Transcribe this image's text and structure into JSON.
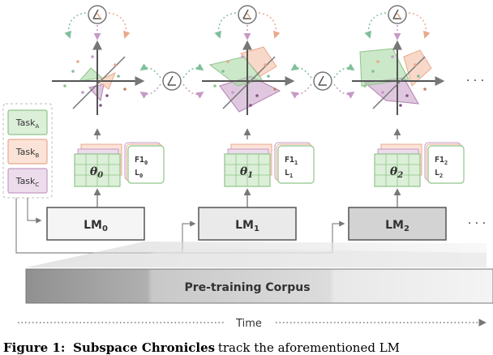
{
  "tasks": [
    {
      "base": "Task",
      "sub": "A",
      "fill": "#dcefd8",
      "stroke": "#8fc48a"
    },
    {
      "base": "Task",
      "sub": "B",
      "fill": "#fbe3d8",
      "stroke": "#e8a98c"
    },
    {
      "base": "Task",
      "sub": "C",
      "fill": "#ecdcec",
      "stroke": "#c59ac5"
    }
  ],
  "stages": [
    {
      "lm_base": "LM",
      "lm_sub": "0",
      "theta_base": "θ",
      "theta_sub": "0",
      "f1_base": "F1",
      "f1_sub": "0",
      "l_base": "L",
      "l_sub": "0",
      "lm_fill": "#f5f5f5"
    },
    {
      "lm_base": "LM",
      "lm_sub": "1",
      "theta_base": "θ",
      "theta_sub": "1",
      "f1_base": "F1",
      "f1_sub": "1",
      "l_base": "L",
      "l_sub": "1",
      "lm_fill": "#eaeaea"
    },
    {
      "lm_base": "LM",
      "lm_sub": "2",
      "theta_base": "θ",
      "theta_sub": "2",
      "f1_base": "F1",
      "f1_sub": "2",
      "l_base": "L",
      "l_sub": "2",
      "lm_fill": "#d3d3d3"
    }
  ],
  "corpus_label": "Pre-training Corpus",
  "time_label": "Time",
  "ellipsis": "· · ·",
  "caption": {
    "prefix": "Figure 1:",
    "emph": "Subspace Chronicles",
    "rest": "  track the aforementioned LM"
  },
  "colors": {
    "green": "#8fc48a",
    "orange": "#e8a98c",
    "purple": "#c59ac5",
    "gray": "#666666"
  }
}
